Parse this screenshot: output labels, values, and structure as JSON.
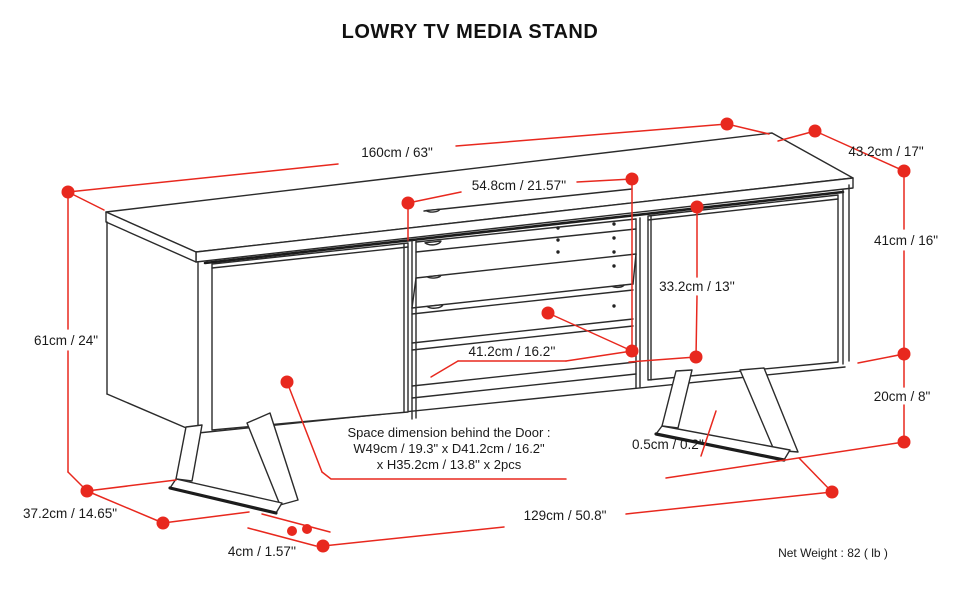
{
  "title": "LOWRY TV MEDIA STAND",
  "annotation_color": "#e8281e",
  "product": "TV media stand technical dimension drawing",
  "dimensions": {
    "top_width": {
      "label": "160cm / 63\"",
      "cm": 160,
      "inch": 63
    },
    "top_depth": {
      "label": "43.2cm / 17\"",
      "cm": 43.2,
      "inch": 17
    },
    "middle_opening_width": {
      "label": "54.8cm / 21.57''",
      "cm": 54.8,
      "inch": 21.57
    },
    "cabinet_height": {
      "label": "41cm / 16\"",
      "cm": 41,
      "inch": 16
    },
    "door_height": {
      "label": "33.2cm / 13''",
      "cm": 33.2,
      "inch": 13
    },
    "total_height": {
      "label": "61cm / 24\"",
      "cm": 61,
      "inch": 24
    },
    "shelf_depth": {
      "label": "41.2cm / 16.2''",
      "cm": 41.2,
      "inch": 16.2
    },
    "leg_height": {
      "label": "20cm / 8\"",
      "cm": 20,
      "inch": 8
    },
    "leg_plate_thickness": {
      "label": "0.5cm / 0.2''",
      "cm": 0.5,
      "inch": 0.2
    },
    "leg_foot_depth": {
      "label": "37.2cm / 14.65\"",
      "cm": 37.2,
      "inch": 14.65
    },
    "foot_bar_width": {
      "label": "4cm / 1.57''",
      "cm": 4,
      "inch": 1.57
    },
    "bottom_width": {
      "label": "129cm / 50.8\"",
      "cm": 129,
      "inch": 50.8
    }
  },
  "notes": {
    "space_line1": "Space dimension behind the Door :",
    "space_line2": "W49cm / 19.3\" x D41.2cm / 16.2\"",
    "space_line3": "x H35.2cm / 13.8'' x 2pcs",
    "net_weight": "Net Weight : 82 ( lb )"
  }
}
